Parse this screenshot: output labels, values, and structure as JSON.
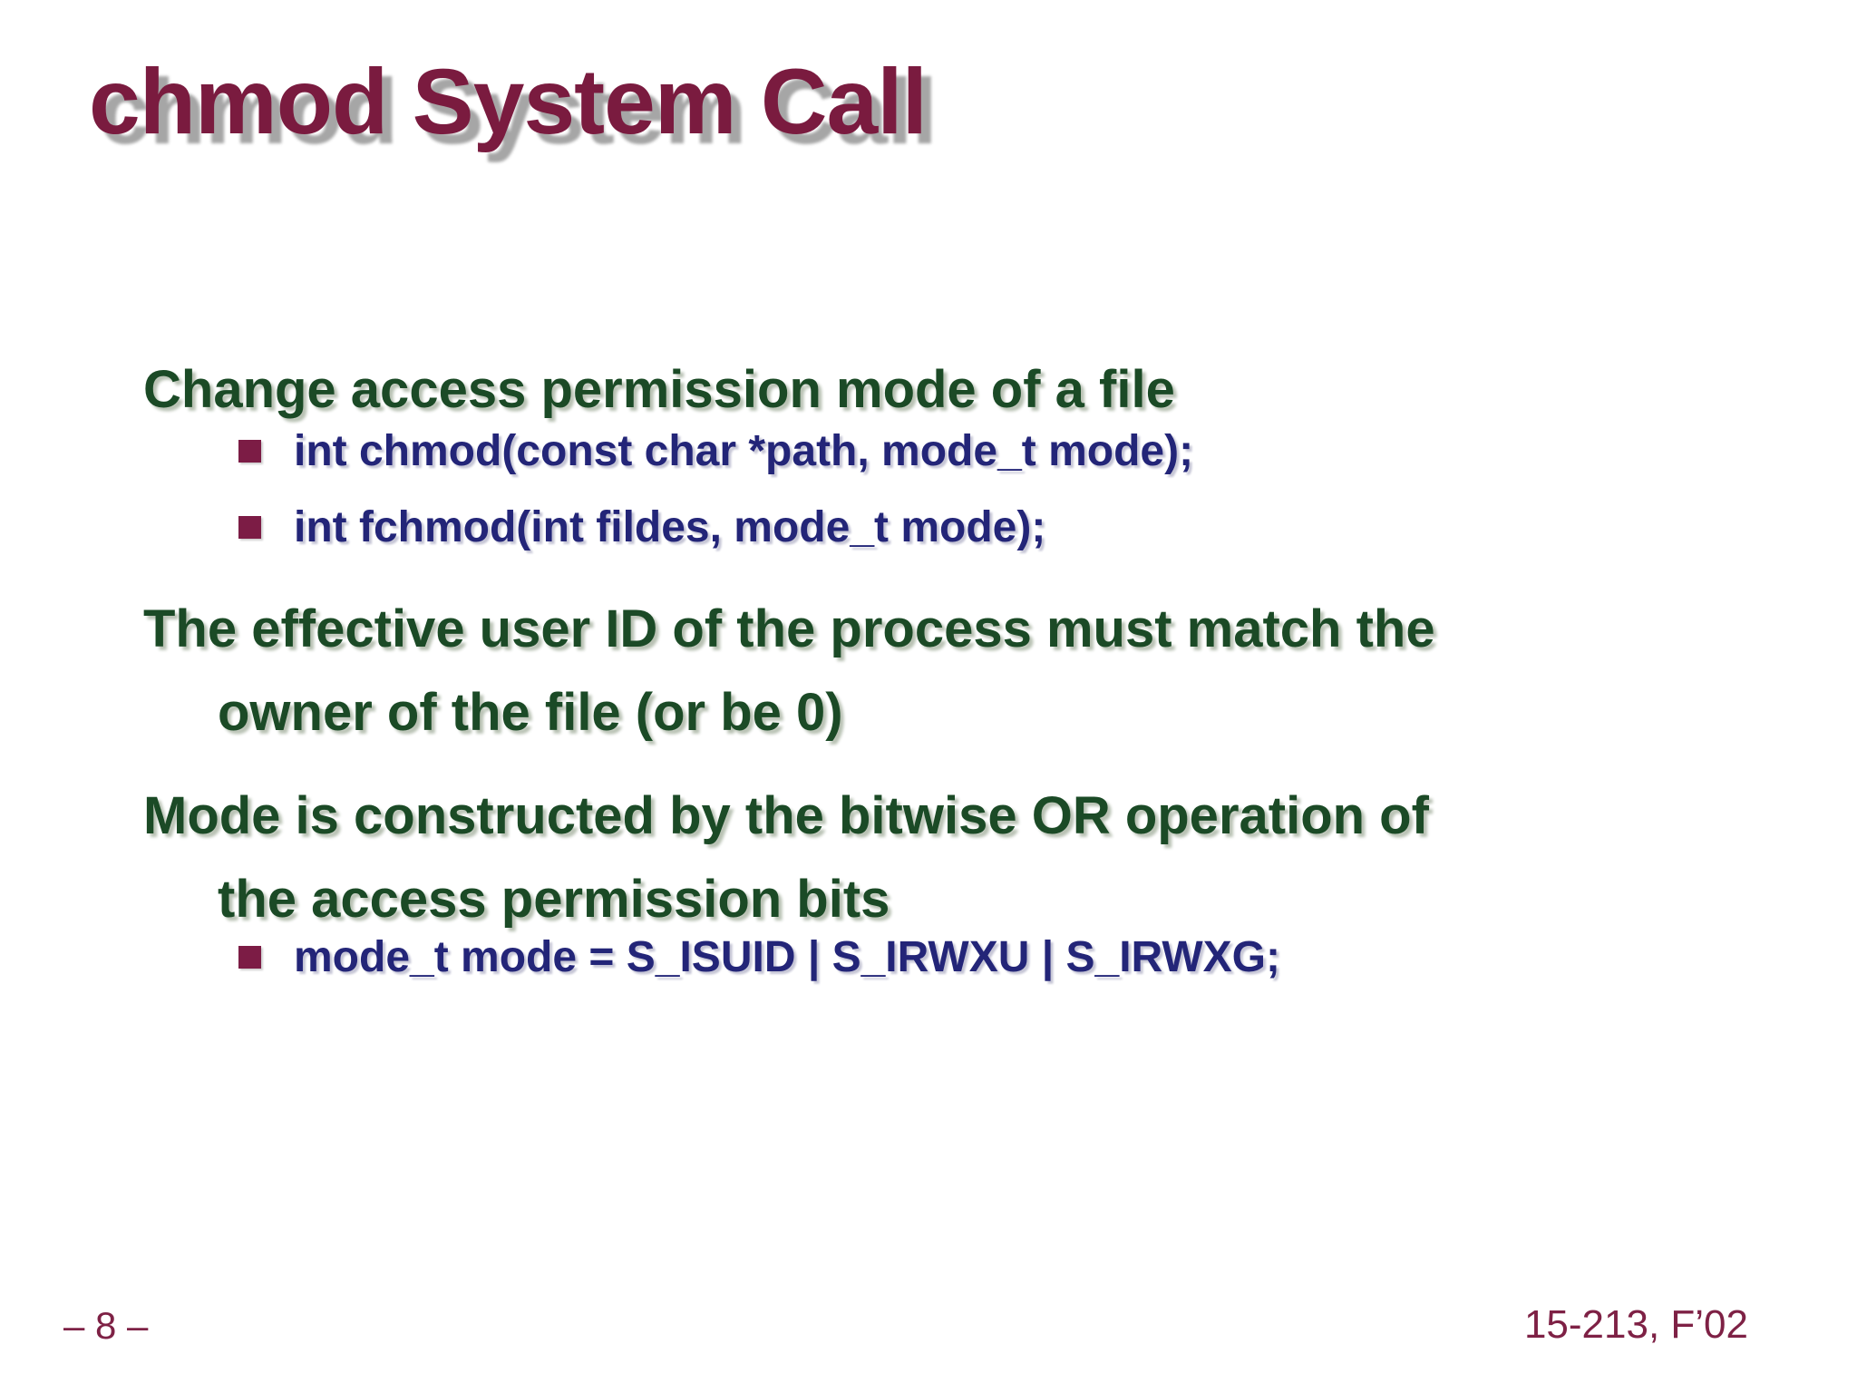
{
  "slide": {
    "title": "chmod System Call",
    "sections": [
      {
        "heading_lines": [
          "Change access permission mode of a file"
        ],
        "bullets": [
          "int chmod(const char *path, mode_t mode);",
          "int fchmod(int fildes, mode_t mode);"
        ]
      },
      {
        "heading_lines": [
          "The effective user ID of the process must match the",
          "owner of the file (or be 0)"
        ],
        "bullets": []
      },
      {
        "heading_lines": [
          "Mode is constructed by the bitwise OR operation of",
          "the access permission bits"
        ],
        "bullets": [
          "mode_t mode = S_ISUID | S_IRWXU | S_IRWXG;"
        ]
      }
    ],
    "footer": {
      "page_label": "– 8 –",
      "course_label": "15-213, F’02"
    },
    "colors": {
      "title_maroon": "#7a1b3f",
      "heading_green": "#1b4a26",
      "code_navy": "#232578",
      "bullet_maroon": "#7c1c45",
      "footer_maroon": "#7e2145",
      "shadow_gray": "#a6a6a6",
      "background": "#ffffff"
    }
  }
}
